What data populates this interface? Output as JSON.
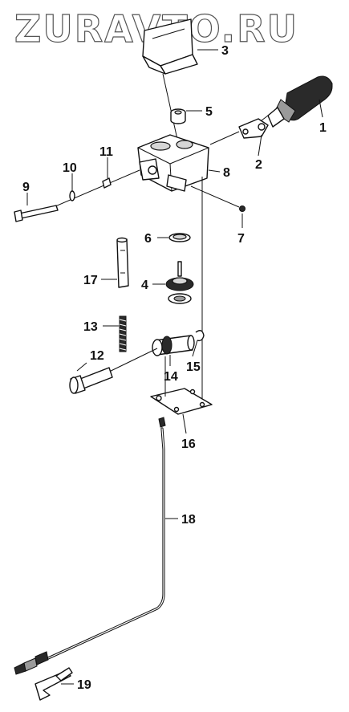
{
  "watermark": {
    "text": "ZURAVTO.RU"
  },
  "labels": {
    "p1": "1",
    "p2": "2",
    "p3": "3",
    "p4": "4",
    "p5": "5",
    "p6": "6",
    "p7": "7",
    "p8": "8",
    "p9": "9",
    "p10": "10",
    "p11": "11",
    "p12": "12",
    "p13": "13",
    "p14": "14",
    "p15": "15",
    "p16": "16",
    "p17": "17",
    "p18": "18",
    "p19": "19"
  }
}
